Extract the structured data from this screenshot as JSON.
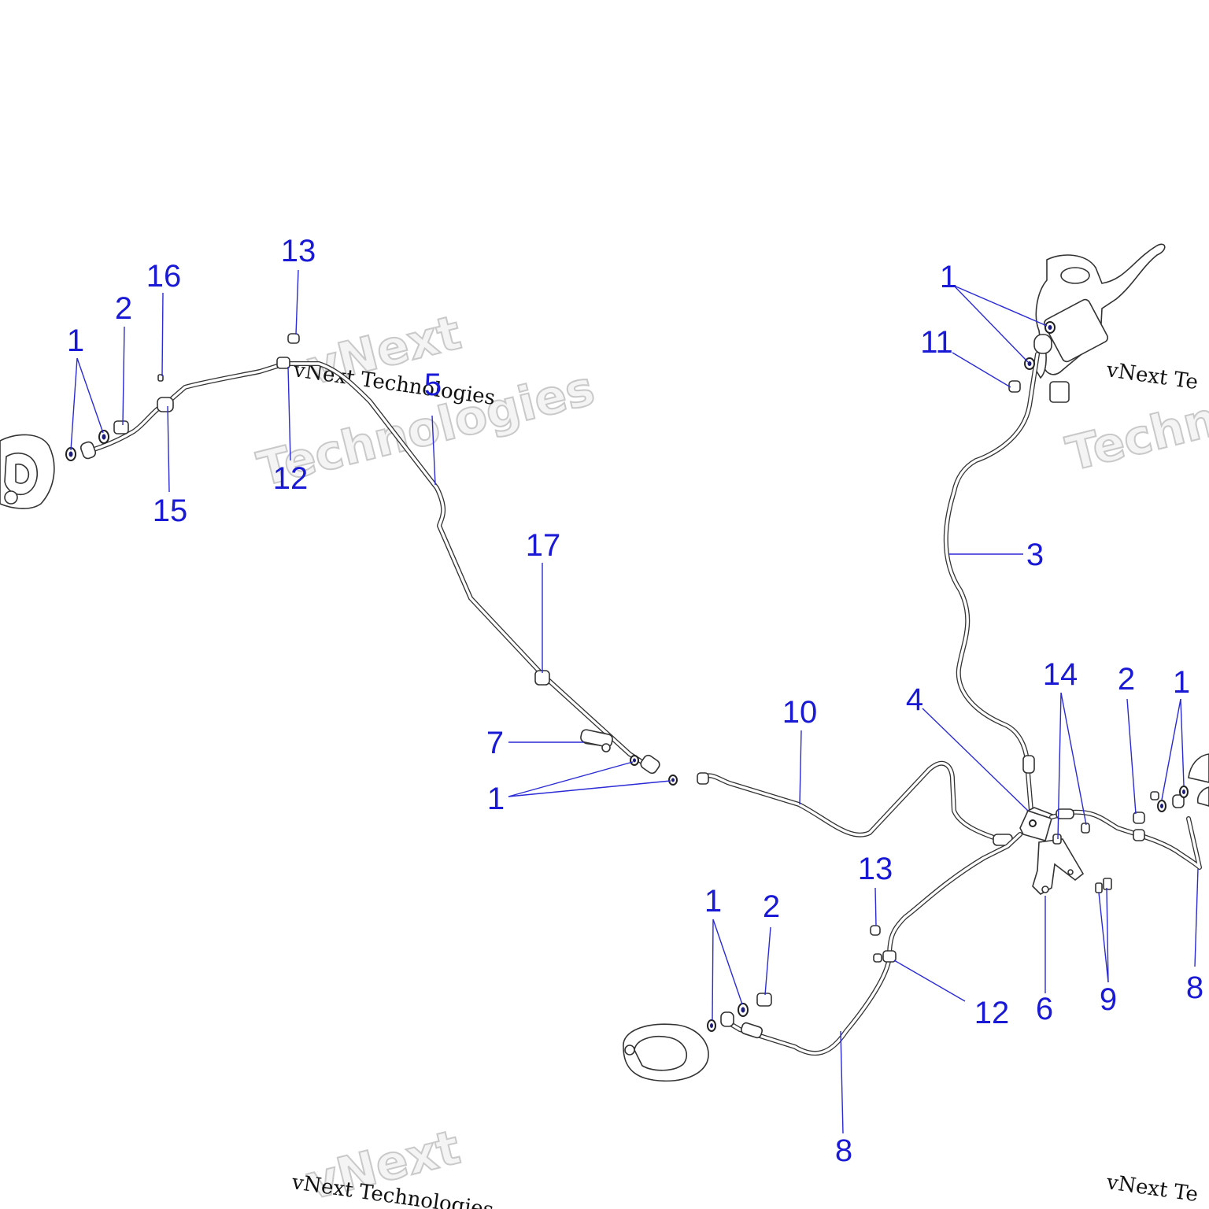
{
  "watermark": {
    "brand_top": "vNext",
    "brand_bottom": "Technologies",
    "line": "vNext Technologies",
    "partial_line": "vNext Te"
  },
  "callouts": [
    {
      "id": "c-1-a",
      "label": "1"
    },
    {
      "id": "c-2-a",
      "label": "2"
    },
    {
      "id": "c-16",
      "label": "16"
    },
    {
      "id": "c-13-a",
      "label": "13"
    },
    {
      "id": "c-5",
      "label": "5"
    },
    {
      "id": "c-12-a",
      "label": "12"
    },
    {
      "id": "c-15",
      "label": "15"
    },
    {
      "id": "c-17",
      "label": "17"
    },
    {
      "id": "c-7",
      "label": "7"
    },
    {
      "id": "c-1-b",
      "label": "1"
    },
    {
      "id": "c-1-c",
      "label": "1"
    },
    {
      "id": "c-11",
      "label": "11"
    },
    {
      "id": "c-3",
      "label": "3"
    },
    {
      "id": "c-10",
      "label": "10"
    },
    {
      "id": "c-4",
      "label": "4"
    },
    {
      "id": "c-14",
      "label": "14"
    },
    {
      "id": "c-2-b",
      "label": "2"
    },
    {
      "id": "c-1-d",
      "label": "1"
    },
    {
      "id": "c-13-b",
      "label": "13"
    },
    {
      "id": "c-1-e",
      "label": "1"
    },
    {
      "id": "c-2-c",
      "label": "2"
    },
    {
      "id": "c-12-b",
      "label": "12"
    },
    {
      "id": "c-6",
      "label": "6"
    },
    {
      "id": "c-9",
      "label": "9"
    },
    {
      "id": "c-8-a",
      "label": "8"
    },
    {
      "id": "c-8-b",
      "label": "8"
    }
  ]
}
